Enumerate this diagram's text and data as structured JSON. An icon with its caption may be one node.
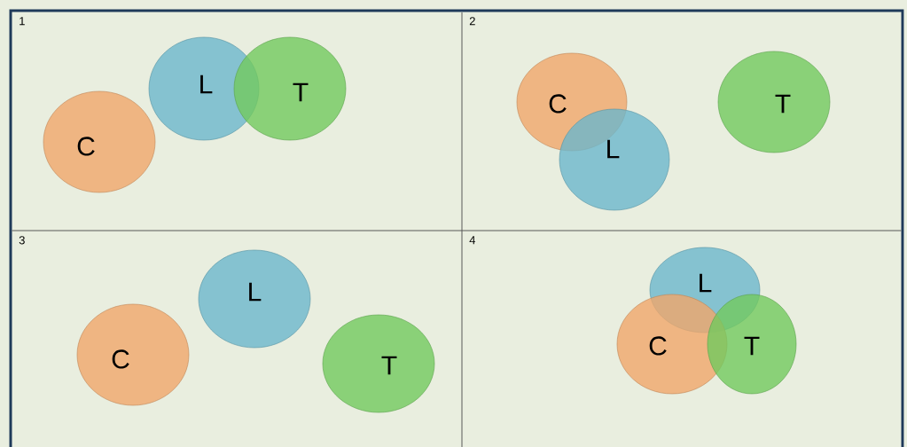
{
  "diagram": {
    "nodes": [
      {
        "text": [
          "1"
        ]
      },
      {
        "text": [
          "L"
        ],
        "in": 0
      },
      {
        "text": [
          "T"
        ],
        "in": 0
      },
      {
        "text": [
          "C"
        ],
        "in": 0
      },
      {
        "text": [
          "2"
        ]
      },
      {
        "text": [
          "C"
        ],
        "in": 4
      },
      {
        "text": [
          "T"
        ],
        "in": 4
      },
      {
        "text": [
          "L"
        ],
        "in": 4
      },
      {
        "text": [
          "3"
        ]
      },
      {
        "text": [
          "L"
        ],
        "in": 8
      },
      {
        "text": [
          "C"
        ],
        "in": 8
      },
      {
        "text": [
          "T"
        ],
        "in": 8
      },
      {
        "text": [
          "4"
        ]
      },
      {
        "text": [
          "L"
        ],
        "in": 12
      },
      {
        "text": [
          "C"
        ],
        "in": 12
      },
      {
        "text": [
          "T"
        ],
        "in": 12
      }
    ]
  }
}
